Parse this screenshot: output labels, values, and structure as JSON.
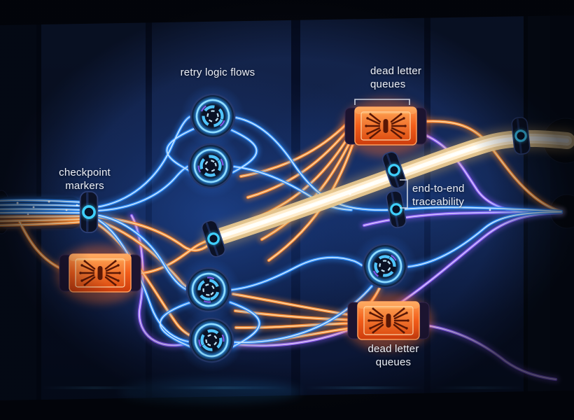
{
  "scene": {
    "description": "glowing fiber-optic message pipeline artwork on a dark blue panel wall"
  },
  "labels": {
    "retry": "retry logic flows",
    "dlq_top_line1": "dead letter",
    "dlq_top_line2": "queues",
    "checkpoint_line1": "checkpoint",
    "checkpoint_line2": "markers",
    "e2e_line1": "end-to-end",
    "e2e_line2": "traceability",
    "dlq_bottom_line1": "dead letter",
    "dlq_bottom_line2": "queues"
  },
  "icons": {
    "retry_node": "glow-ring-spinner-icon",
    "dead_letter_queue": "alert-burst-icon",
    "checkpoint_marker": "glow-ring-collar-icon",
    "wall_port": "dark-socket-port"
  },
  "colors": {
    "background_panel": "#13234d",
    "background_deep": "#04060d",
    "blue_cable": "#2f8fff",
    "blue_core": "#cfeaff",
    "cyan_glow": "#3fd0ff",
    "orange_cable": "#ff8a2e",
    "orange_core": "#ffd9a6",
    "purple_cable": "#8b5cf6",
    "purple_core": "#d9c6ff",
    "trunk_gold": "#e8c88f",
    "trunk_core": "#fffef8",
    "component_orange": "#ff6a26",
    "label_text": "#edf0f7"
  }
}
